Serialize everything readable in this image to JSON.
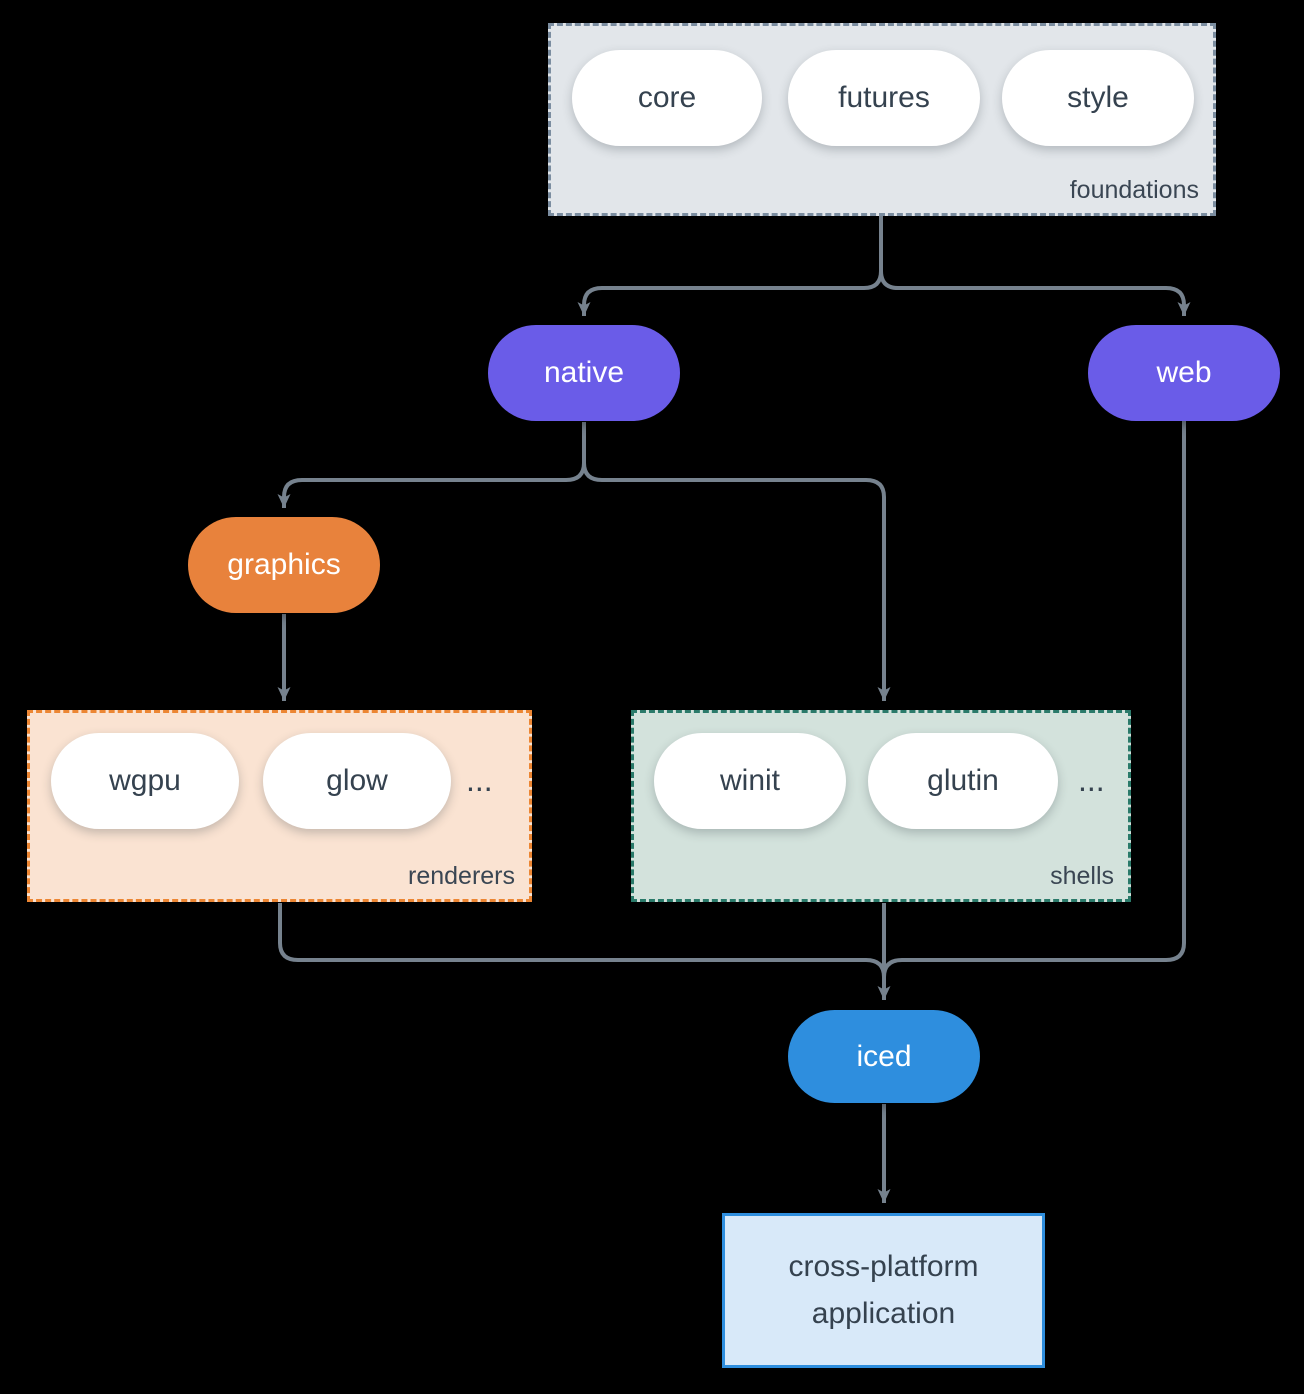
{
  "diagram": {
    "kind": "dependency-diagram",
    "groups": {
      "foundations": {
        "label": "foundations",
        "items": [
          "core",
          "futures",
          "style"
        ]
      },
      "renderers": {
        "label": "renderers",
        "items": [
          "wgpu",
          "glow"
        ],
        "ellipsis": "..."
      },
      "shells": {
        "label": "shells",
        "items": [
          "winit",
          "glutin"
        ],
        "ellipsis": "..."
      }
    },
    "nodes": {
      "native": {
        "label": "native"
      },
      "web": {
        "label": "web"
      },
      "graphics": {
        "label": "graphics"
      },
      "iced": {
        "label": "iced"
      },
      "application": {
        "label": "cross-platform application"
      }
    },
    "colors": {
      "background": "#000000",
      "connector": "#76828e",
      "purple_node": "#6a5ce8",
      "orange_node": "#e8823c",
      "blue_node": "#2e8ede",
      "white_node": "#ffffff",
      "foundations_fill": "#e2e6ea",
      "foundations_border": "#7b8da0",
      "renderers_fill": "#fae3d2",
      "renderers_border": "#ec8633",
      "shells_fill": "#d3e2dc",
      "shells_border": "#2a7a6a",
      "app_fill": "#d8e9f9",
      "app_border": "#2e8ede",
      "dark_text": "#35424f",
      "light_text": "#ffffff"
    }
  }
}
